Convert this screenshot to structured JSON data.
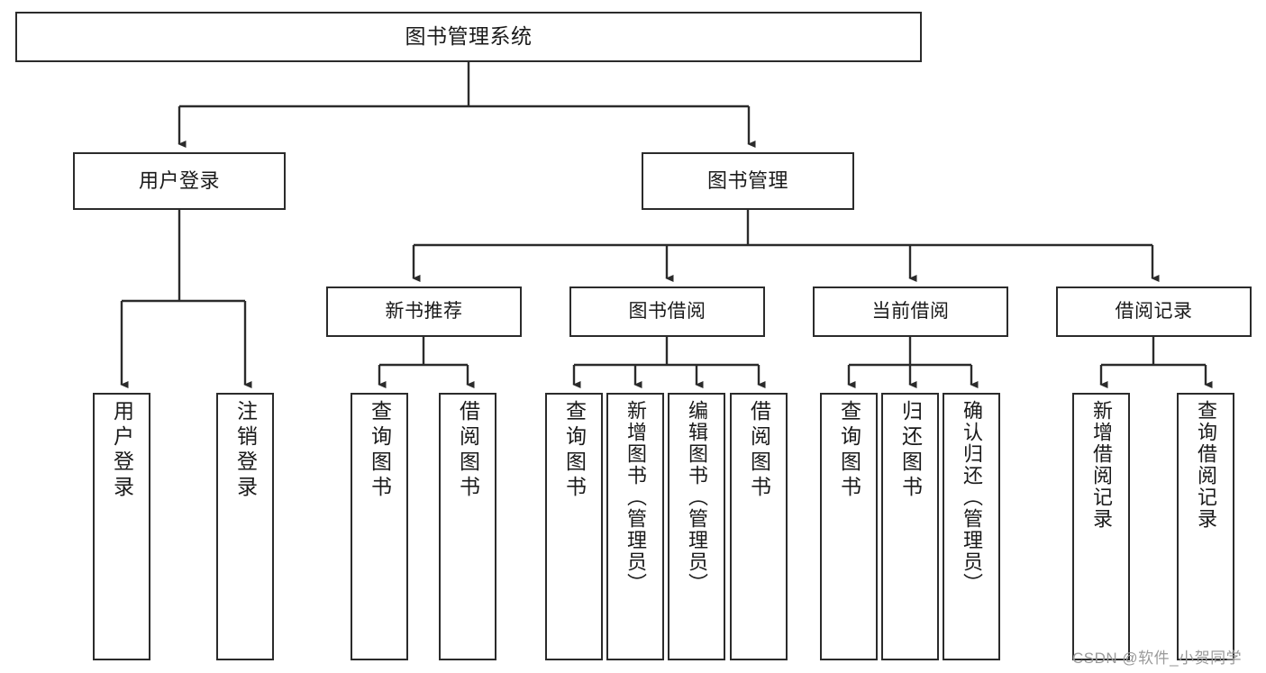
{
  "diagram": {
    "title": "图书管理系统",
    "type": "tree",
    "root": {
      "id": "root",
      "label": "图书管理系统"
    },
    "level1": [
      {
        "id": "user-login",
        "label": "用户登录"
      },
      {
        "id": "book-manage",
        "label": "图书管理"
      }
    ],
    "level2": [
      {
        "id": "new-book-rec",
        "label": "新书推荐",
        "parent": "book-manage"
      },
      {
        "id": "book-borrow",
        "label": "图书借阅",
        "parent": "book-manage"
      },
      {
        "id": "current-borrow",
        "label": "当前借阅",
        "parent": "book-manage"
      },
      {
        "id": "borrow-record",
        "label": "借阅记录",
        "parent": "book-manage"
      }
    ],
    "leaves": [
      {
        "id": "leaf-user-login",
        "label": "用户登录",
        "parent": "user-login"
      },
      {
        "id": "leaf-user-logout",
        "label": "注销登录",
        "parent": "user-login"
      },
      {
        "id": "leaf-query-book-1",
        "label": "查询图书",
        "parent": "new-book-rec"
      },
      {
        "id": "leaf-borrow-book-1",
        "label": "借阅图书",
        "parent": "new-book-rec"
      },
      {
        "id": "leaf-query-book-2",
        "label": "查询图书",
        "parent": "book-borrow"
      },
      {
        "id": "leaf-add-book",
        "label": "新增图书（管理员）",
        "parent": "book-borrow"
      },
      {
        "id": "leaf-edit-book",
        "label": "编辑图书（管理员）",
        "parent": "book-borrow"
      },
      {
        "id": "leaf-borrow-book-2",
        "label": "借阅图书",
        "parent": "book-borrow"
      },
      {
        "id": "leaf-query-book-3",
        "label": "查询图书",
        "parent": "current-borrow"
      },
      {
        "id": "leaf-return-book",
        "label": "归还图书",
        "parent": "current-borrow"
      },
      {
        "id": "leaf-confirm-return",
        "label": "确认归还（管理员）",
        "parent": "current-borrow"
      },
      {
        "id": "leaf-add-record",
        "label": "新增借阅记录",
        "parent": "borrow-record"
      },
      {
        "id": "leaf-query-record",
        "label": "查询借阅记录",
        "parent": "borrow-record"
      }
    ]
  },
  "watermark": {
    "text": "CSDN @软件_小贺同学"
  },
  "colors": {
    "border": "#2b2b2b",
    "background": "#ffffff",
    "text": "#1a1a1a",
    "watermark": "#9a9a9a"
  }
}
